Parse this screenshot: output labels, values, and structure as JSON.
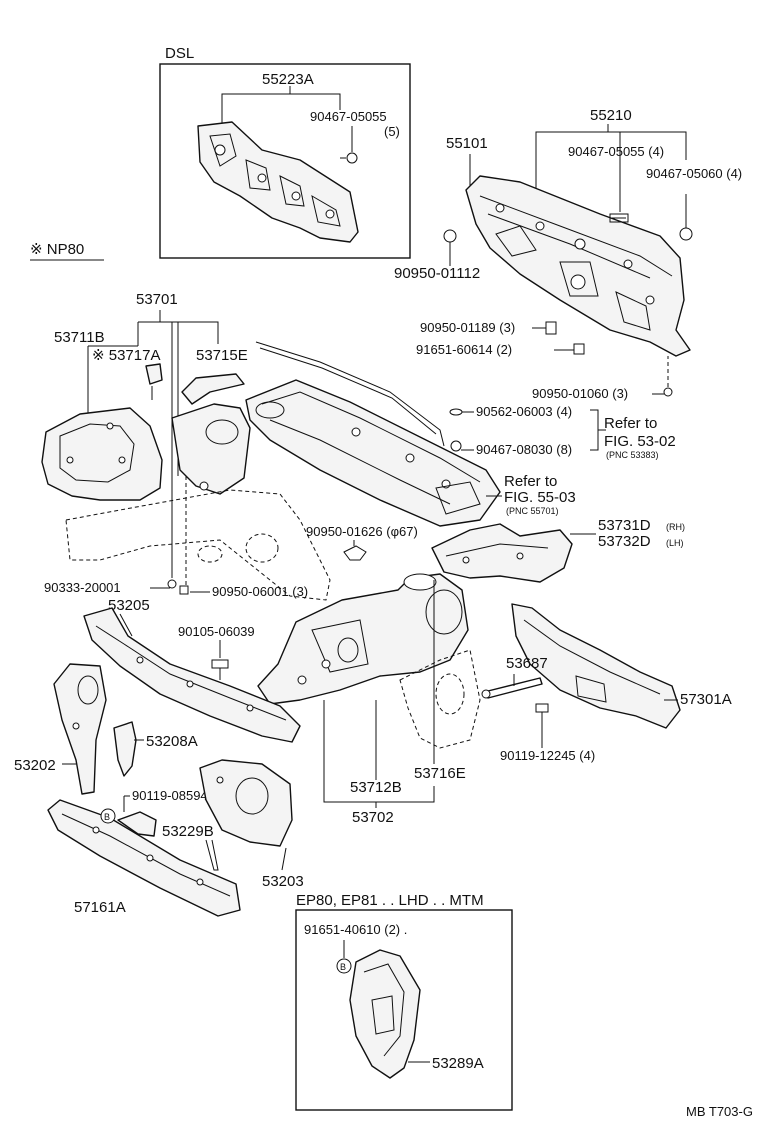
{
  "diagram": {
    "labels": {
      "dsl": "DSL",
      "p55223a": "55223A",
      "p90467_05055_a": "90467-05055",
      "qty5": "(5)",
      "p55210": "55210",
      "p55101": "55101",
      "p90467_05055_b": "90467-05055 (4)",
      "p90467_05060": "90467-05060 (4)",
      "p90950_01112": "90950-01112",
      "np80": "※ NP80",
      "p53701": "53701",
      "p53711b": "53711B",
      "p53717a": "※ 53717A",
      "p53715e": "53715E",
      "p90950_01189": "90950-01189 (3)",
      "p91651_60614": "91651-60614 (2)",
      "p90950_01060": "90950-01060 (3)",
      "p90562_06003": "90562-06003 (4)",
      "refer_to_1": "Refer to",
      "fig_53_02": "FIG. 53-02",
      "pnc_53383": "(PNC 53383)",
      "p90467_08030": "90467-08030 (8)",
      "refer_to_2": "Refer to",
      "fig_55_03": "FIG. 55-03",
      "pnc_55701": "(PNC 55701)",
      "p90950_01626": "90950-01626 (φ67)",
      "p53731d": "53731D",
      "rh": "(RH)",
      "p53732d": "53732D",
      "lh": "(LH)",
      "p90333_20001": "90333-20001",
      "p90950_06001": "90950-06001 (3)",
      "p53205": "53205",
      "p90105_06039": "90105-06039",
      "p53687": "53687",
      "p57301a": "57301A",
      "p90119_12245": "90119-12245 (4)",
      "p53208a": "53208A",
      "p53202": "53202",
      "p53712b": "53712B",
      "p53716e": "53716E",
      "p53702": "53702",
      "p90119_08594": "90119-08594 (2)",
      "p53229b": "53229B",
      "p53203": "53203",
      "p57161a": "57161A",
      "variant": "EP80, EP81 . . LHD . . MTM",
      "p91651_40610": "91651-40610 (2) .",
      "p53289a": "53289A",
      "footer": "MB T703-G",
      "b": "B"
    }
  }
}
